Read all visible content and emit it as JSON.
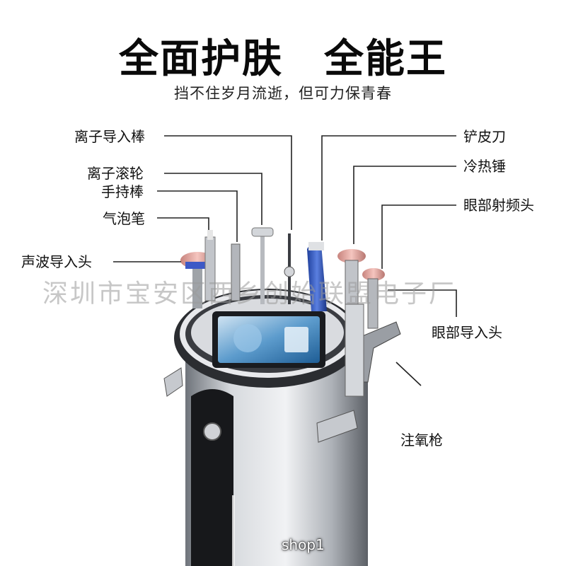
{
  "header": {
    "title": "全面护肤　全能王",
    "subtitle": "挡不住岁月流逝，但可力保青春"
  },
  "callouts": {
    "ion_wand": "离子导入棒",
    "ion_roller": "离子滚轮",
    "handheld_wand": "手持棒",
    "bubble_pen": "气泡笔",
    "sonic_head": "声波导入头",
    "peeling_blade": "铲皮刀",
    "hot_cold_hammer": "冷热锤",
    "eye_rf_head": "眼部射频头",
    "eye_import_head": "眼部导入头",
    "oxygen_gun": "注氧枪"
  },
  "watermark": "深圳市宝安区西乡创始联盟电子厂",
  "footer_tag": "shop1",
  "colors": {
    "body_silver": "#b8bcc2",
    "screen_blue": "#2b6ea8",
    "accent_pink": "#e9a8a2",
    "line": "#222222"
  }
}
